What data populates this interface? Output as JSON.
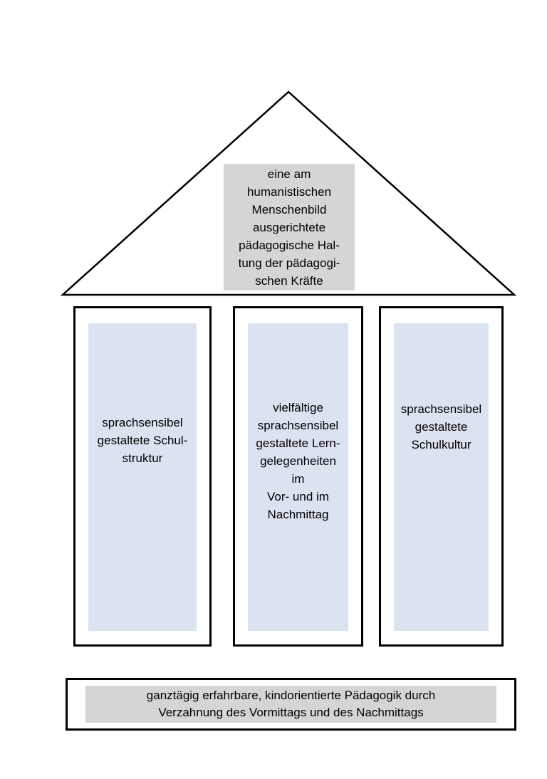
{
  "diagram": {
    "title_semantic": "house-model-of-language-sensitive-all-day-school",
    "colors": {
      "outline": "#000000",
      "roof_label_bg": "#d5d5d5",
      "pillar_fill_bg": "#dce3f0",
      "foundation_label_bg": "#d5d5d5",
      "background": "#ffffff"
    },
    "roof": {
      "label": "eine am\nhumanistischen\nMenschenbild\nausgerichtete\npädagogische Hal-\ntung der pädagogi-\nschen Kräfte"
    },
    "pillars": [
      {
        "label": "sprachsensibel\ngestaltete Schul-\nstruktur"
      },
      {
        "label": "vielfältige\nsprachsensibel\ngestaltete Lern-\ngelegenheiten\nim\nVor- und im\nNachmittag"
      },
      {
        "label": "sprachsensibel\ngestaltete\nSchulkultur"
      }
    ],
    "foundation": {
      "label": "ganztägig erfahrbare, kindorientierte Pädagogik durch\nVerzahnung des Vormittags und des Nachmittags"
    }
  }
}
